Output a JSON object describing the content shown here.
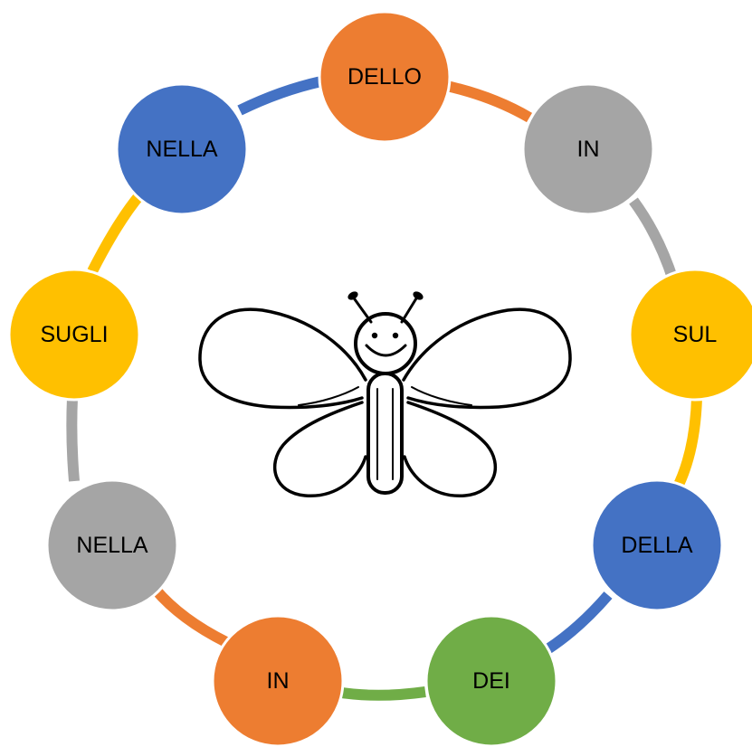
{
  "colors": {
    "orange": "#ED7D31",
    "gray": "#A5A5A5",
    "yellow": "#FFC000",
    "blue": "#4472C4",
    "green": "#70AD47",
    "ink": "#000000",
    "background": "#FFFFFF"
  },
  "nodes": [
    {
      "label": "DELLO",
      "color": "orange",
      "text_color": "ink"
    },
    {
      "label": "IN",
      "color": "gray",
      "text_color": "ink"
    },
    {
      "label": "SUL",
      "color": "yellow",
      "text_color": "ink"
    },
    {
      "label": "DELLA",
      "color": "blue",
      "text_color": "ink"
    },
    {
      "label": "DEI",
      "color": "green",
      "text_color": "ink"
    },
    {
      "label": "IN",
      "color": "orange",
      "text_color": "ink"
    },
    {
      "label": "NELLA",
      "color": "gray",
      "text_color": "ink"
    },
    {
      "label": "SUGLI",
      "color": "yellow",
      "text_color": "ink"
    },
    {
      "label": "NELLA",
      "color": "blue",
      "text_color": "ink"
    }
  ],
  "center_image": {
    "icon": "butterfly-icon"
  }
}
